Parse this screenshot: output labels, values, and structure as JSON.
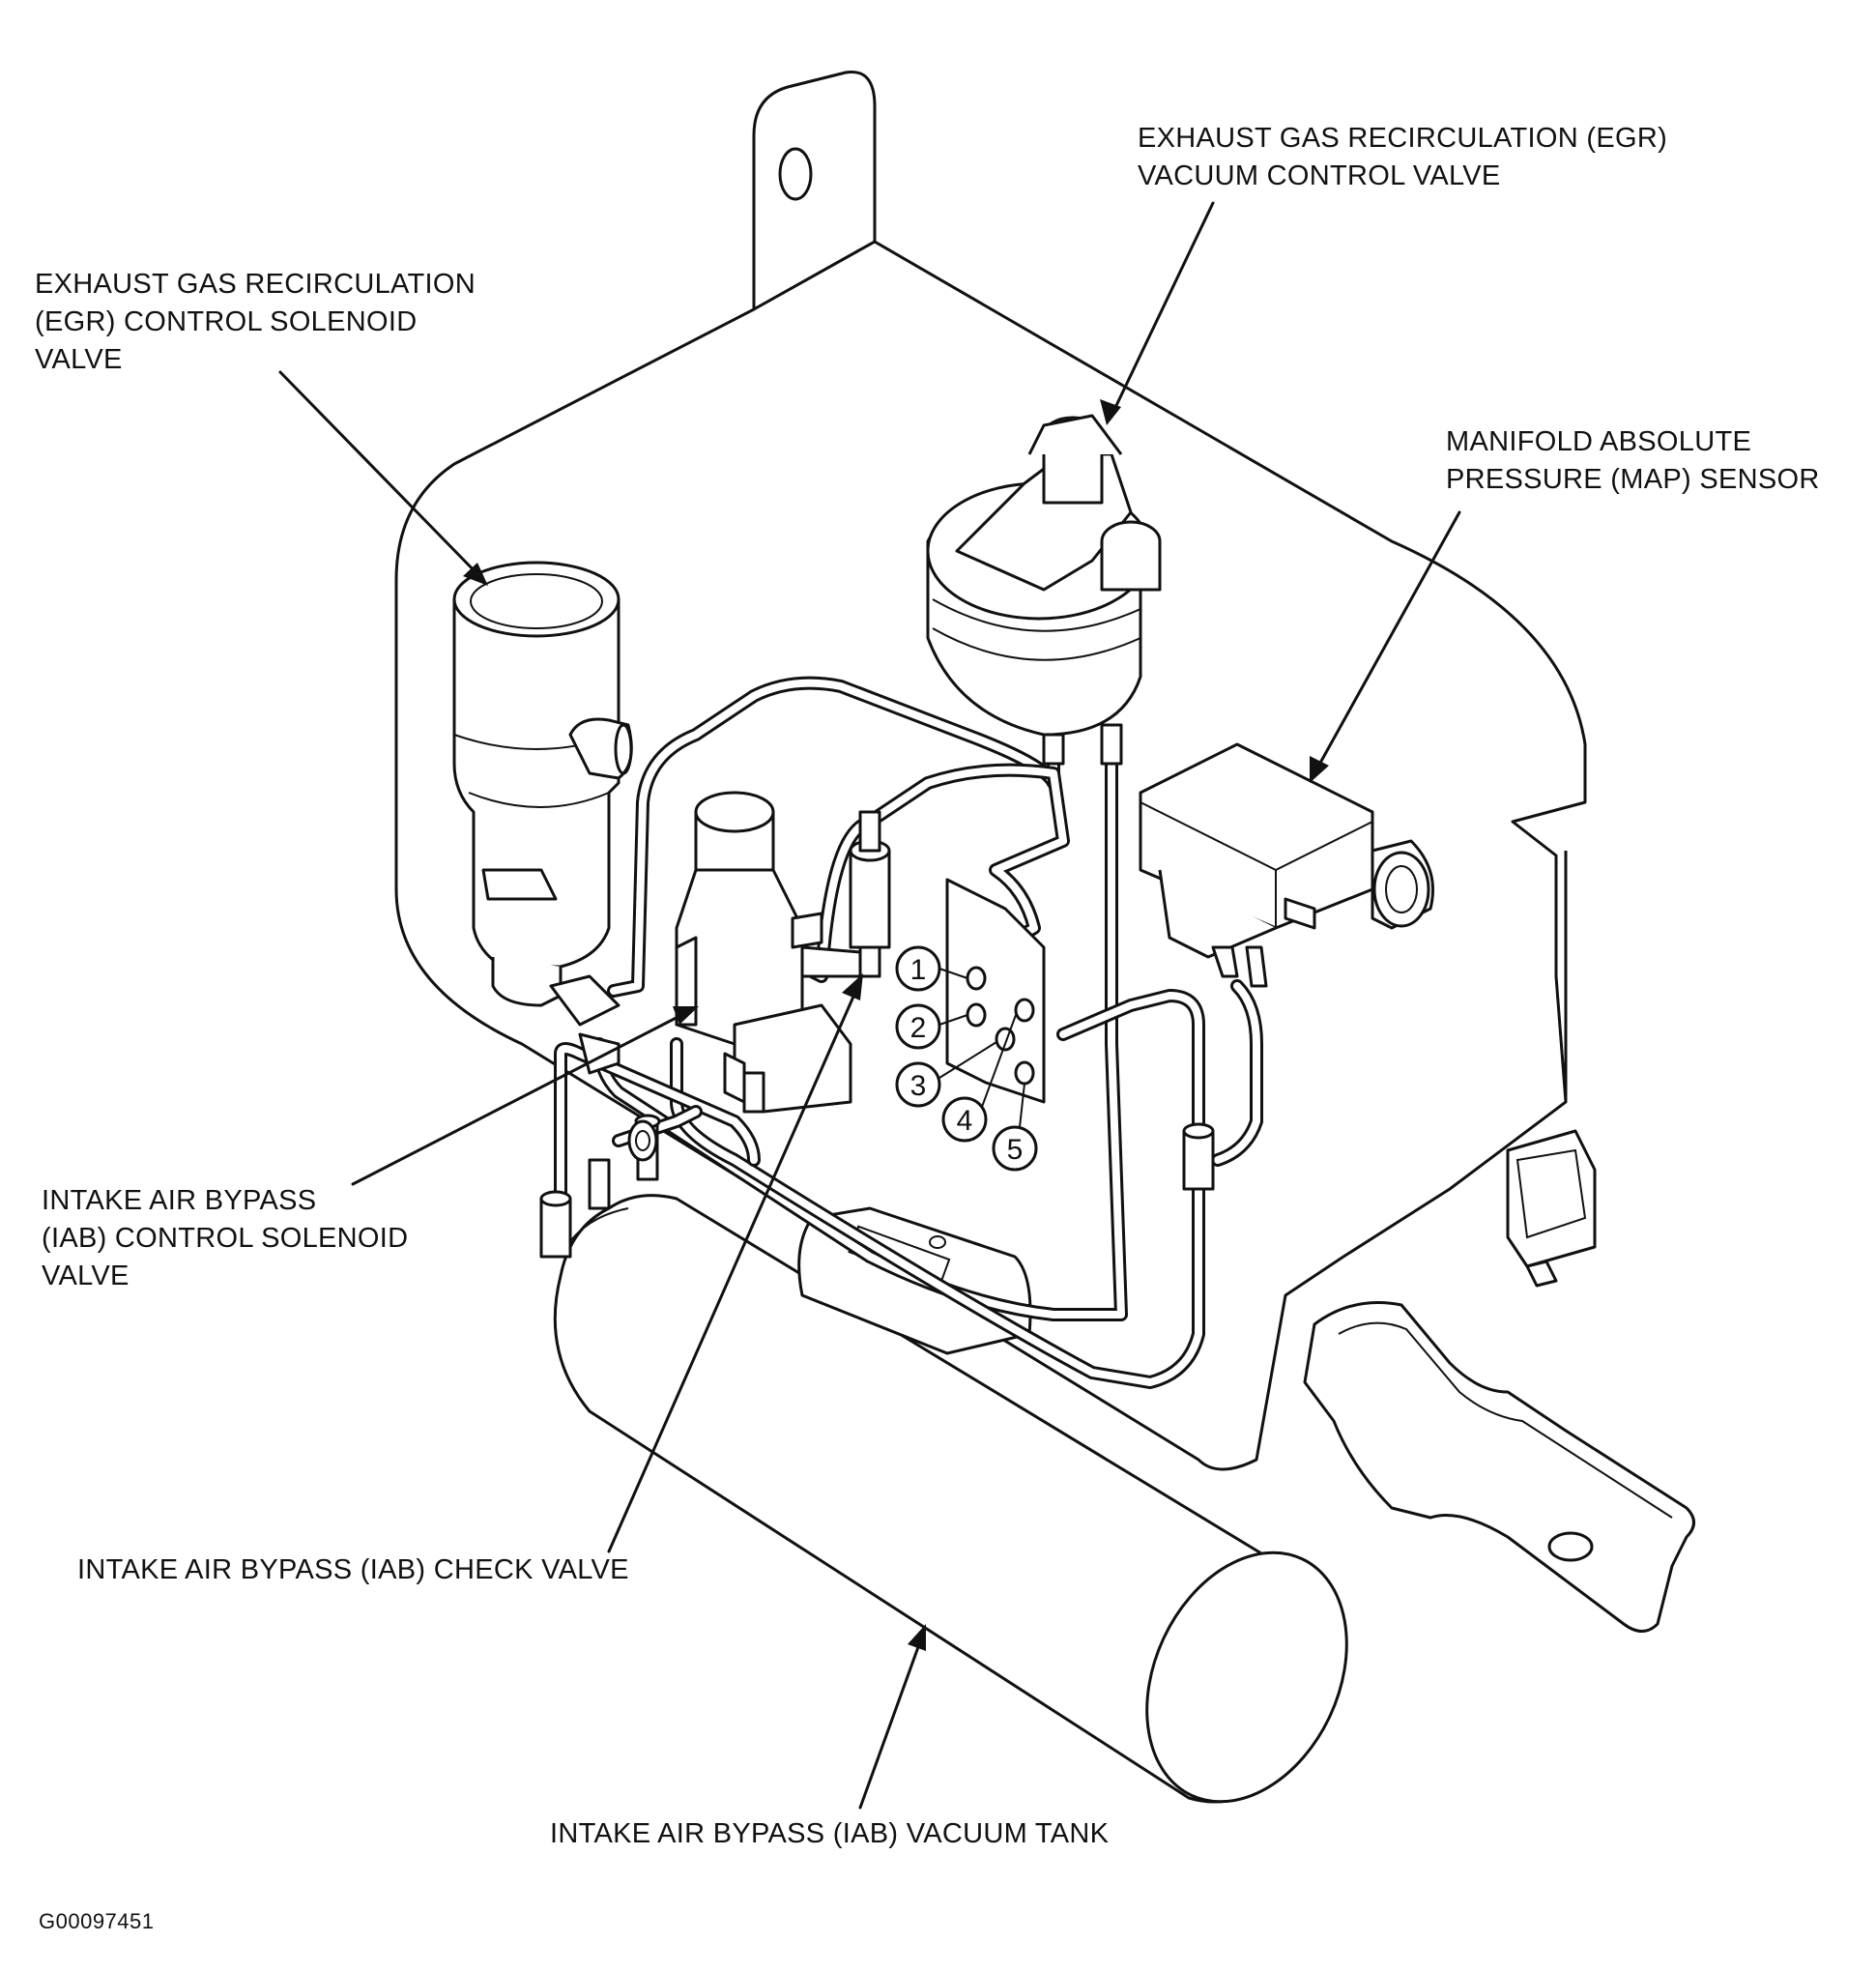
{
  "labels": {
    "egr_vacuum_control_valve": [
      "EXHAUST GAS RECIRCULATION (EGR)",
      "VACUUM CONTROL VALVE"
    ],
    "egr_control_solenoid_valve": [
      "EXHAUST GAS RECIRCULATION",
      "(EGR) CONTROL SOLENOID",
      "VALVE"
    ],
    "map_sensor": [
      "MANIFOLD ABSOLUTE",
      "PRESSURE (MAP) SENSOR"
    ],
    "iab_control_solenoid_valve": [
      "INTAKE AIR BYPASS",
      "(IAB) CONTROL SOLENOID",
      "VALVE"
    ],
    "iab_check_valve": "INTAKE AIR BYPASS (IAB) CHECK VALVE",
    "iab_vacuum_tank": "INTAKE AIR BYPASS (IAB) VACUUM TANK"
  },
  "port_numbers": [
    "1",
    "2",
    "3",
    "4",
    "5"
  ],
  "figure_id": "G00097451"
}
